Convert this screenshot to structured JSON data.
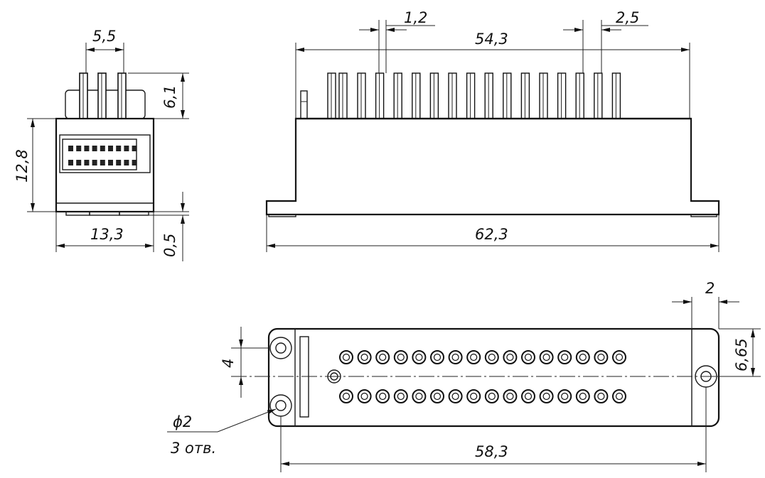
{
  "dimensions": {
    "pitch": "5,5",
    "pin_height": "6,1",
    "body_height": "12,8",
    "body_width": "13,3",
    "foot_thickness": "0,5",
    "pin_width": "1,2",
    "pins_span": "54,3",
    "pin_spacing": "2,5",
    "overall_length": "62,3",
    "flange": "2",
    "row_spacing": "4",
    "hole_offset": "6,65",
    "hole_diameter": "ϕ2",
    "hole_count": "3 отв.",
    "hole_spacing": "58,3"
  },
  "icons": {
    "arrow": "arrowhead-icon"
  }
}
